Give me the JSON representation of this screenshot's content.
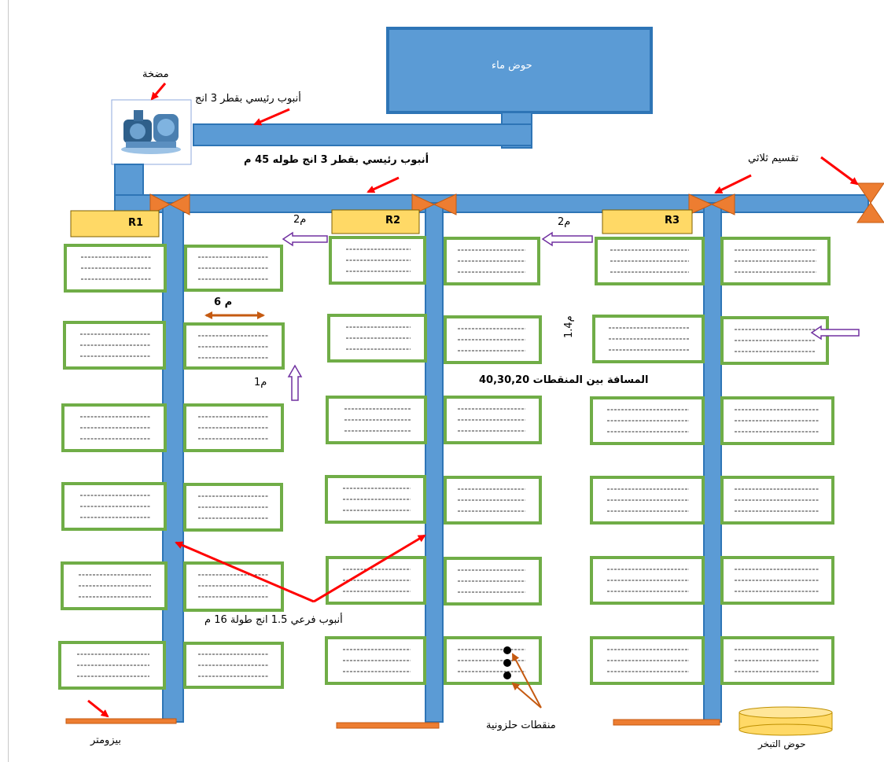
{
  "labels": {
    "water_tank": "حوض ماء",
    "pump": "مضخة",
    "main_pipe_top": "أنبوب رئيسي بقطر 3 انج",
    "main_pipe_header": "أنبوب رئيسي بقطر 3 انج  طوله  45 م",
    "three_way": "تقسيم ثلاثي",
    "r1": "R1",
    "r2": "R2",
    "r3": "R3",
    "dist_2m_a": "2م",
    "dist_2m_b": "2م",
    "dist_6m": "6 م",
    "dist_1m": "1م",
    "dist_1_4m": "1.4م",
    "emitter_spacing": "المسافة بين المنقطات 40,30,20",
    "branch_pipe": "أنبوب فرعي 1.5 انج طولة 16 م",
    "piezometer": "بيزومتر",
    "spiral_emitters": "منقطات حلزونية",
    "evaporation_pan": "حوض التبخر"
  },
  "colors": {
    "pipe": "#4a8fd4",
    "pipe_stroke": "#2f6fb0",
    "tank": "#5b9bd5",
    "tank_stroke": "#2e75b6",
    "bed_border": "#70ad47",
    "valve": "#ed7d31",
    "r_box": "#ffd966",
    "arrow_red": "#ff0000",
    "arrow_brown": "#c55a11",
    "pan": "#ffd966"
  },
  "icons": [
    "pump-icon",
    "valve-icon",
    "red-arrow-icon",
    "hollow-arrow-icon",
    "dimension-arrow-icon"
  ]
}
